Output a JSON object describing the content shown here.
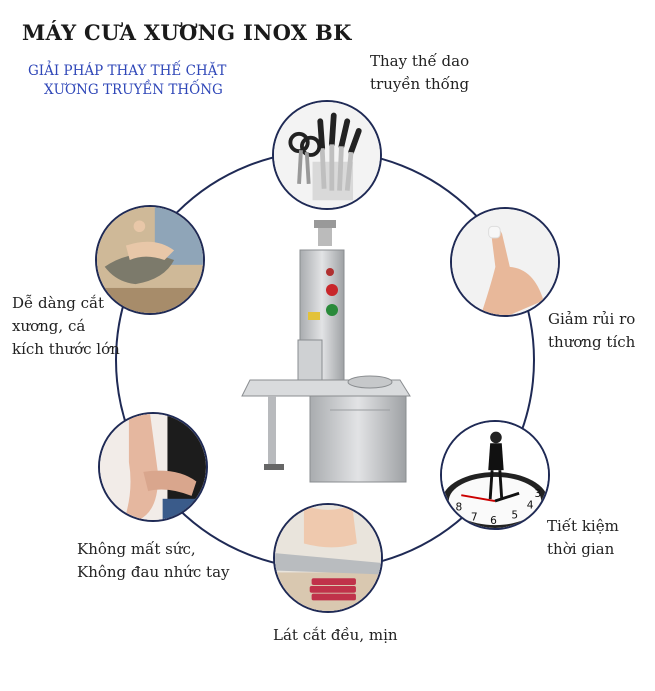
{
  "header": {
    "title": "MÁY CƯA XƯƠNG INOX BK",
    "subtitle_line1": "GIẢI PHÁP THAY THẾ CHẶT",
    "subtitle_line2": "XƯƠNG TRUYỀN THỐNG"
  },
  "benefits": {
    "knives": {
      "line1": "Thay thế dao",
      "line2": "truyền thống"
    },
    "safety": {
      "line1": "Giảm rủi ro",
      "line2": "thương tích"
    },
    "time": {
      "line1": "Tiết kiệm",
      "line2": "thời gian"
    },
    "slice": {
      "line1": "Lát cắt đều, mịn"
    },
    "effort": {
      "line1": "Không mất sức,",
      "line2": "Không đau nhức tay"
    },
    "large": {
      "line1": "Dễ dàng cắt",
      "line2": "xương, cá",
      "line3": "kích thước lớn"
    }
  },
  "colors": {
    "title": "#1a1a1a",
    "subtitle": "#2f47b8",
    "ring": "#1f2a55",
    "steel": "#c7c9cc"
  }
}
